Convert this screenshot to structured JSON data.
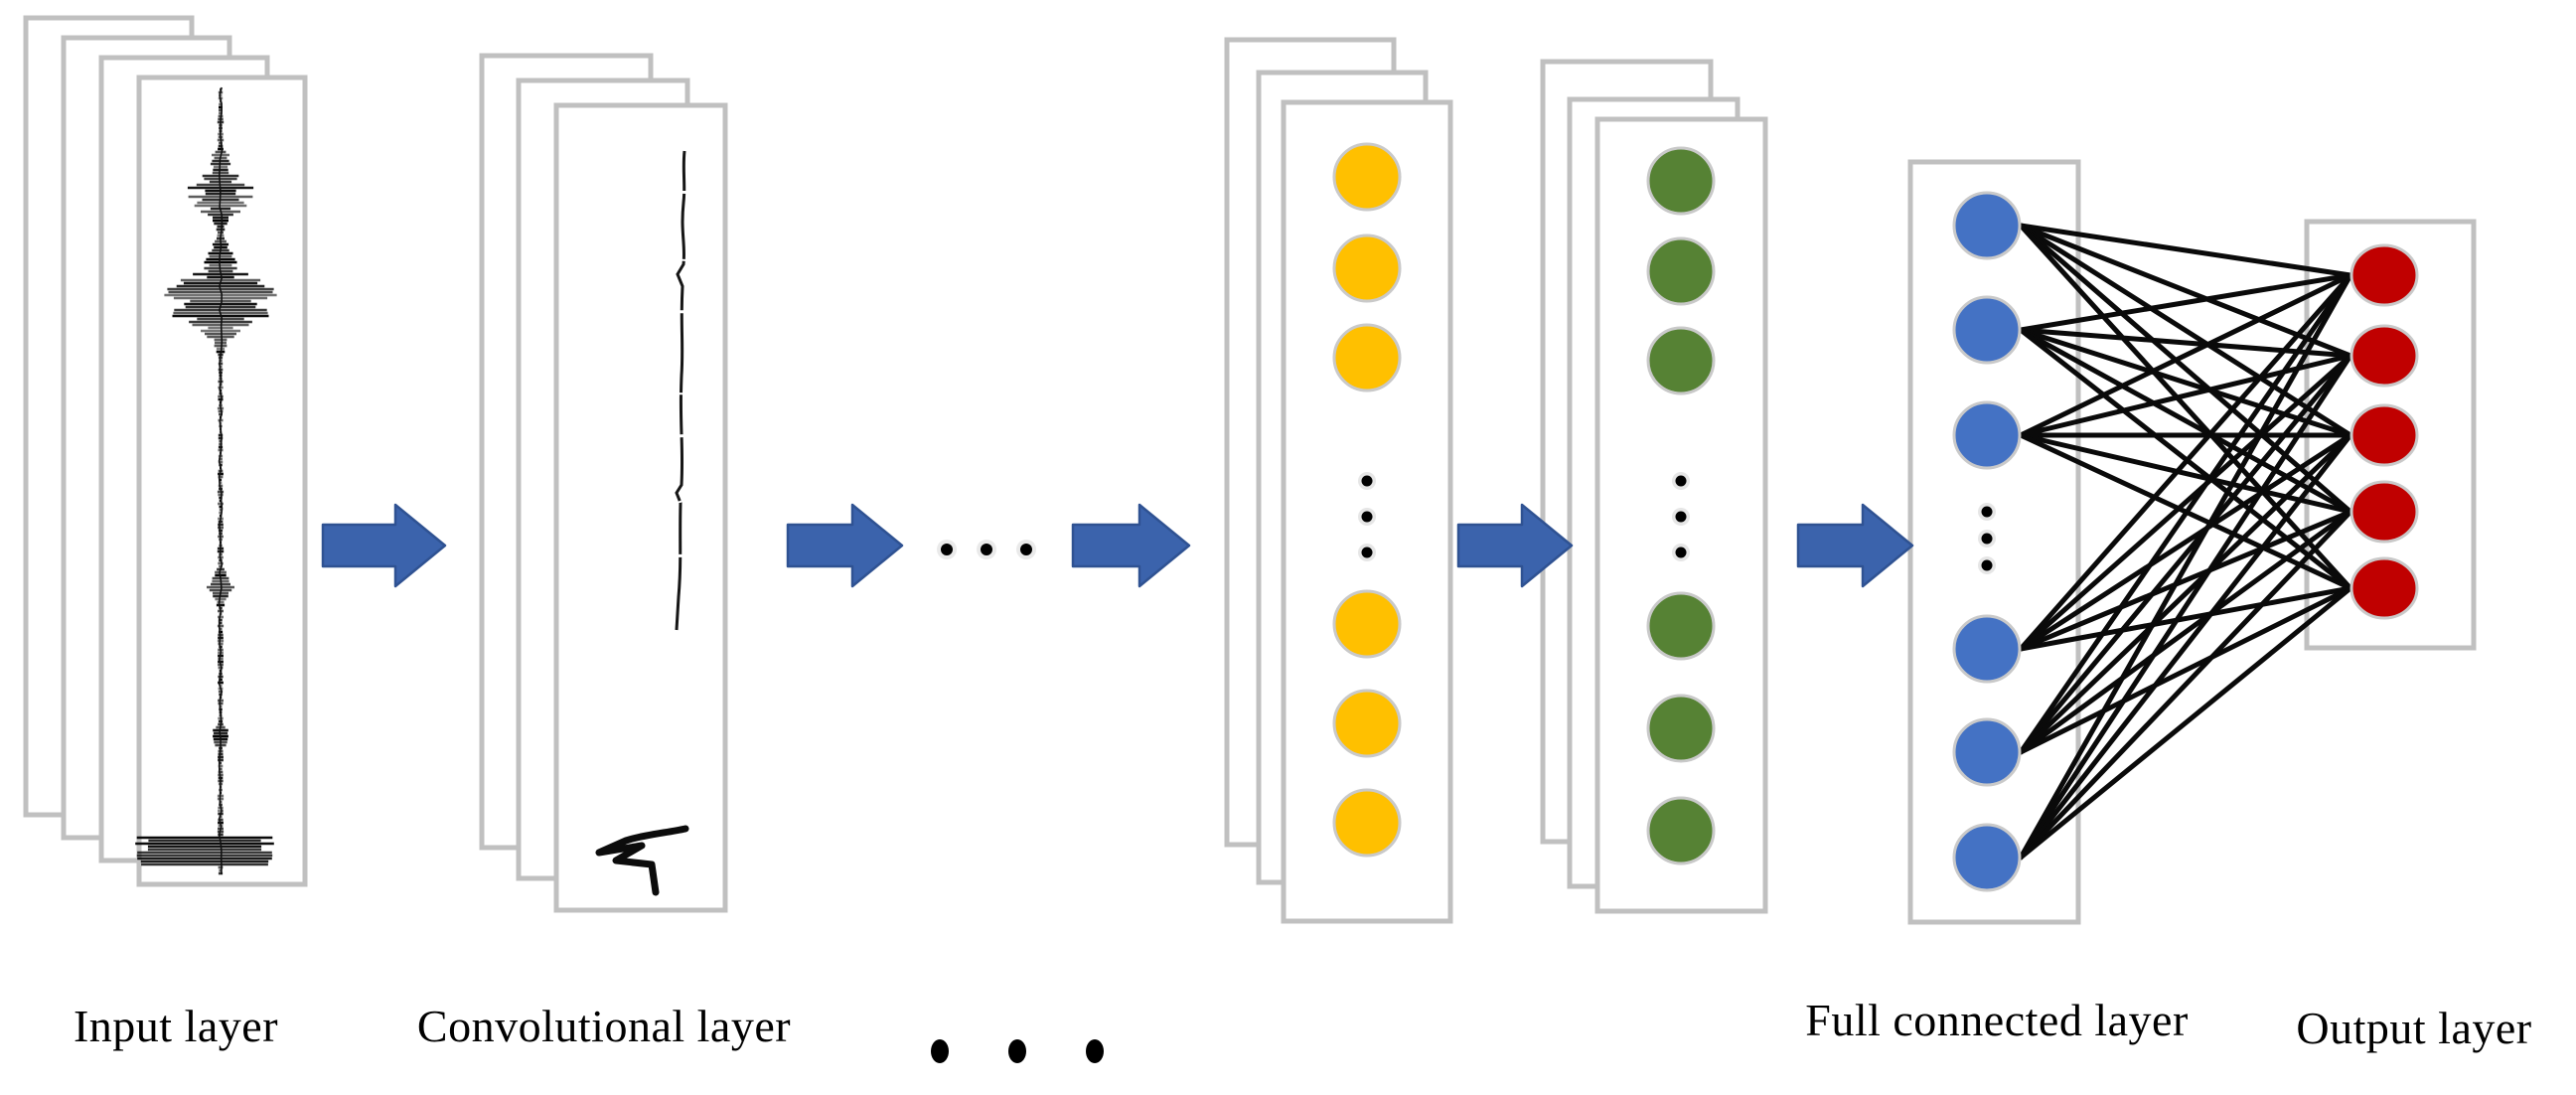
{
  "figure": {
    "type": "cnn-architecture-diagram",
    "description": "Convolutional neural network: stacked input waveform panels, convolutional feature panels, hidden neuron layers, fully connected layer and output layer"
  },
  "labels": {
    "input_layer": "Input layer",
    "convolutional_layer": "Convolutional layer",
    "full_connected_layer": "Full connected layer",
    "output_layer": "Output layer"
  },
  "icons": {
    "flow_arrow": "right-arrow",
    "between_stage_ellipsis": "horizontal-ellipsis-dots",
    "within_panel_ellipsis": "vertical-ellipsis-dots",
    "input_glyph": "seismic-waveform",
    "conv_glyph": "feature-trace"
  },
  "network": {
    "arrow_color": "#3B63AC",
    "arrow_edge_color": "#2F5292",
    "connection_color": "#0A0A0A",
    "panel_border_color": "#C0C0C0",
    "neuron_outline_color": "#C9C9C9",
    "flow_arrows": 5,
    "stages": [
      {
        "id": "input",
        "kind": "waveform-panel-stack",
        "panels": 4,
        "label": "Input layer"
      },
      {
        "id": "conv",
        "kind": "trace-panel-stack",
        "panels": 3,
        "label": "Convolutional layer"
      },
      {
        "id": "hidden-yellow",
        "kind": "neuron-panel-stack",
        "panels": 3,
        "neuron_color": "#FFC000",
        "neurons_visible": 6,
        "ellipsis_dots": 3
      },
      {
        "id": "hidden-green",
        "kind": "neuron-panel-stack",
        "panels": 3,
        "neuron_color": "#568234",
        "neurons_visible": 6,
        "ellipsis_dots": 3
      },
      {
        "id": "full-connected",
        "kind": "neuron-panel",
        "panels": 1,
        "neuron_color": "#4472C4",
        "neurons_visible": 6,
        "ellipsis_dots": 3,
        "label": "Full connected layer"
      },
      {
        "id": "output",
        "kind": "neuron-panel",
        "panels": 1,
        "neuron_color": "#C00000",
        "neurons_visible": 5,
        "ellipsis_dots": 0,
        "label": "Output layer"
      }
    ],
    "connections": {
      "from": "full-connected",
      "to": "output",
      "type": "fully-connected",
      "count": 30
    }
  }
}
